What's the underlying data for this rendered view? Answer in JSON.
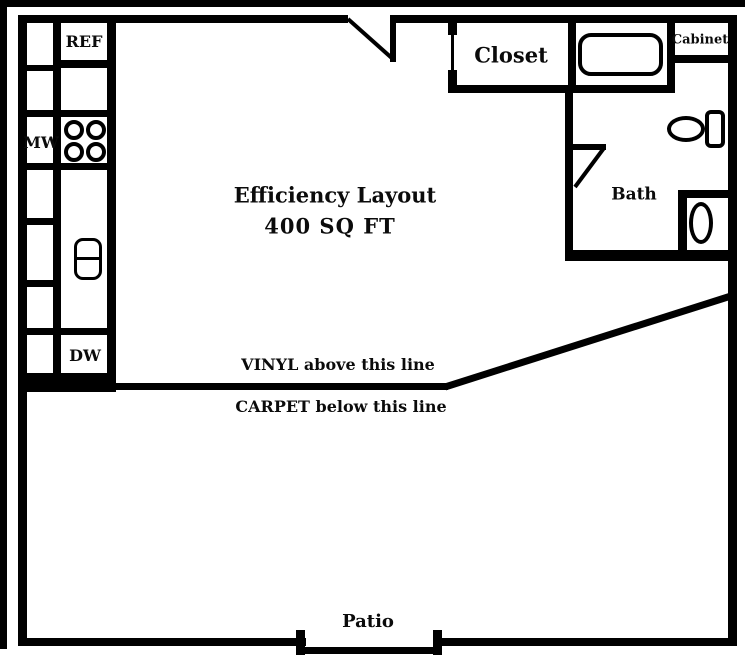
{
  "plan": {
    "title": "Efficiency Layout",
    "area": "400 SQ FT"
  },
  "labels": {
    "ref": "REF",
    "mw": "MW",
    "dw": "DW",
    "closet": "Closet",
    "cabinet": "Cabinet",
    "bath": "Bath",
    "patio": "Patio",
    "vinyl": "VINYL above this line",
    "carpet": "CARPET below this line"
  },
  "icons": {
    "stove": "stove-burners-icon",
    "kitchen_sink": "kitchen-sink-icon",
    "bathtub": "bathtub-icon",
    "toilet": "toilet-icon",
    "washbasin": "washbasin-icon"
  },
  "colors": {
    "wall": "#000000",
    "background": "#ffffff",
    "text": "#0b0b0b"
  }
}
